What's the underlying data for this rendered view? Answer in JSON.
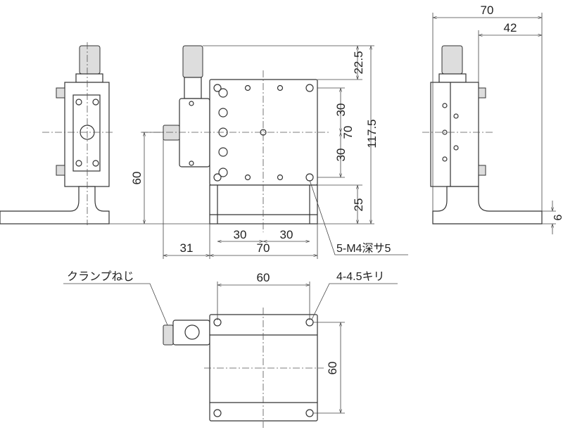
{
  "dimensions": {
    "top_70": "70",
    "top_42": "42",
    "h_22_5": "22.5",
    "h_117_5": "117.5",
    "h_70": "70",
    "h_30a": "30",
    "h_30b": "30",
    "h_25": "25",
    "h_60_left": "60",
    "w_31": "31",
    "w_70": "70",
    "w_30a": "30",
    "w_30b": "30",
    "side_6": "6",
    "bottom_w_60": "60",
    "bottom_h_60": "60"
  },
  "annotations": {
    "tapped_holes": "5-M4深サ5",
    "clamp_screw": "クランプねじ",
    "through_holes": "4-4.5キリ"
  }
}
